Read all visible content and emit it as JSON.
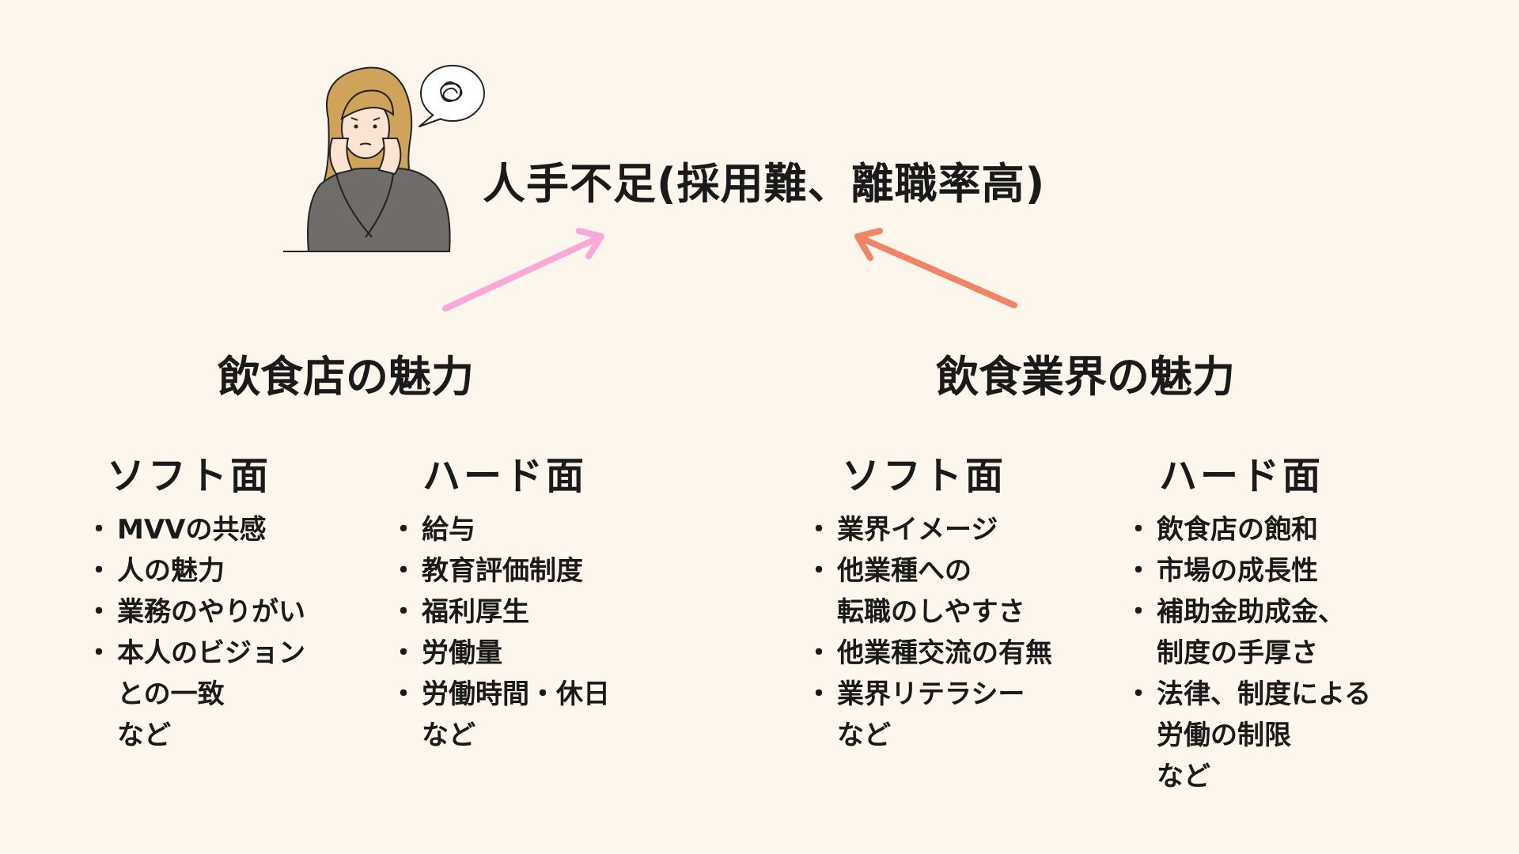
{
  "title": "人手不足(採用難、離職率高)",
  "colors": {
    "background": "#fdf6ec",
    "left_arrow": "#f9a8d8",
    "right_arrow": "#f08565",
    "sweater": "#6f6c69",
    "hair": "#cfa35a"
  },
  "left": {
    "heading": "飲食店の魅力",
    "soft": {
      "heading": "ソフト面",
      "items": [
        "MVVの共感",
        "人の魅力",
        "業務のやりがい",
        "本人のビジョン",
        "との一致",
        "など"
      ]
    },
    "hard": {
      "heading": "ハード面",
      "items": [
        "給与",
        "教育評価制度",
        "福利厚生",
        "労働量",
        "労働時間・休日",
        "など"
      ]
    }
  },
  "right": {
    "heading": "飲食業界の魅力",
    "soft": {
      "heading": "ソフト面",
      "items": [
        "業界イメージ",
        "他業種への",
        "転職のしやすさ",
        "他業種交流の有無",
        "業界リテラシー",
        "など"
      ]
    },
    "hard": {
      "heading": "ハード面",
      "items": [
        "飲食店の飽和",
        "市場の成長性",
        "補助金助成金、",
        "制度の手厚さ",
        "法律、制度による",
        "労働の制限",
        "など"
      ]
    }
  }
}
